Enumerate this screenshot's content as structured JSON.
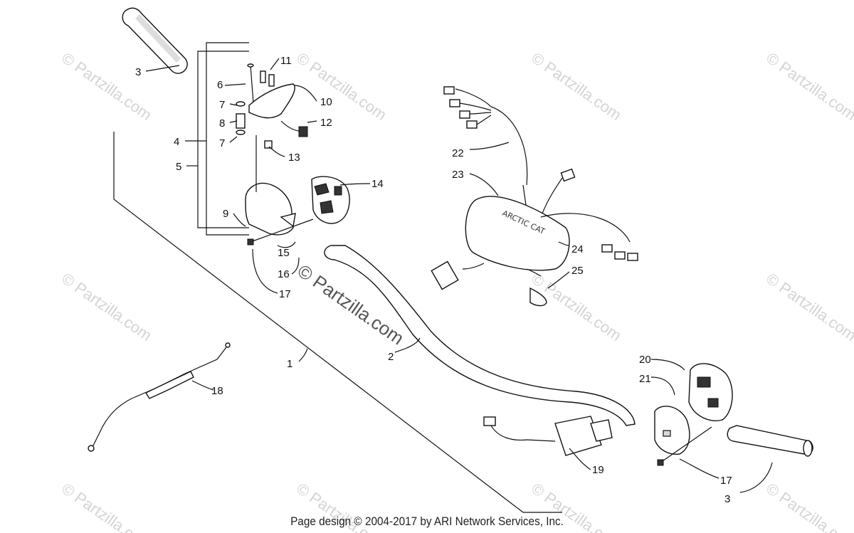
{
  "diagram": {
    "callouts": [
      "3",
      "6",
      "11",
      "7",
      "10",
      "8",
      "12",
      "4",
      "7",
      "13",
      "5",
      "14",
      "9",
      "15",
      "16",
      "17",
      "22",
      "23",
      "24",
      "25",
      "1",
      "2",
      "18",
      "20",
      "21",
      "19",
      "17",
      "3"
    ],
    "watermark_small": "© Partzilla.com",
    "watermark_large": "© Partzilla.com"
  },
  "footer": {
    "text": "Page design © 2004-2017 by ARI Network Services, Inc."
  }
}
